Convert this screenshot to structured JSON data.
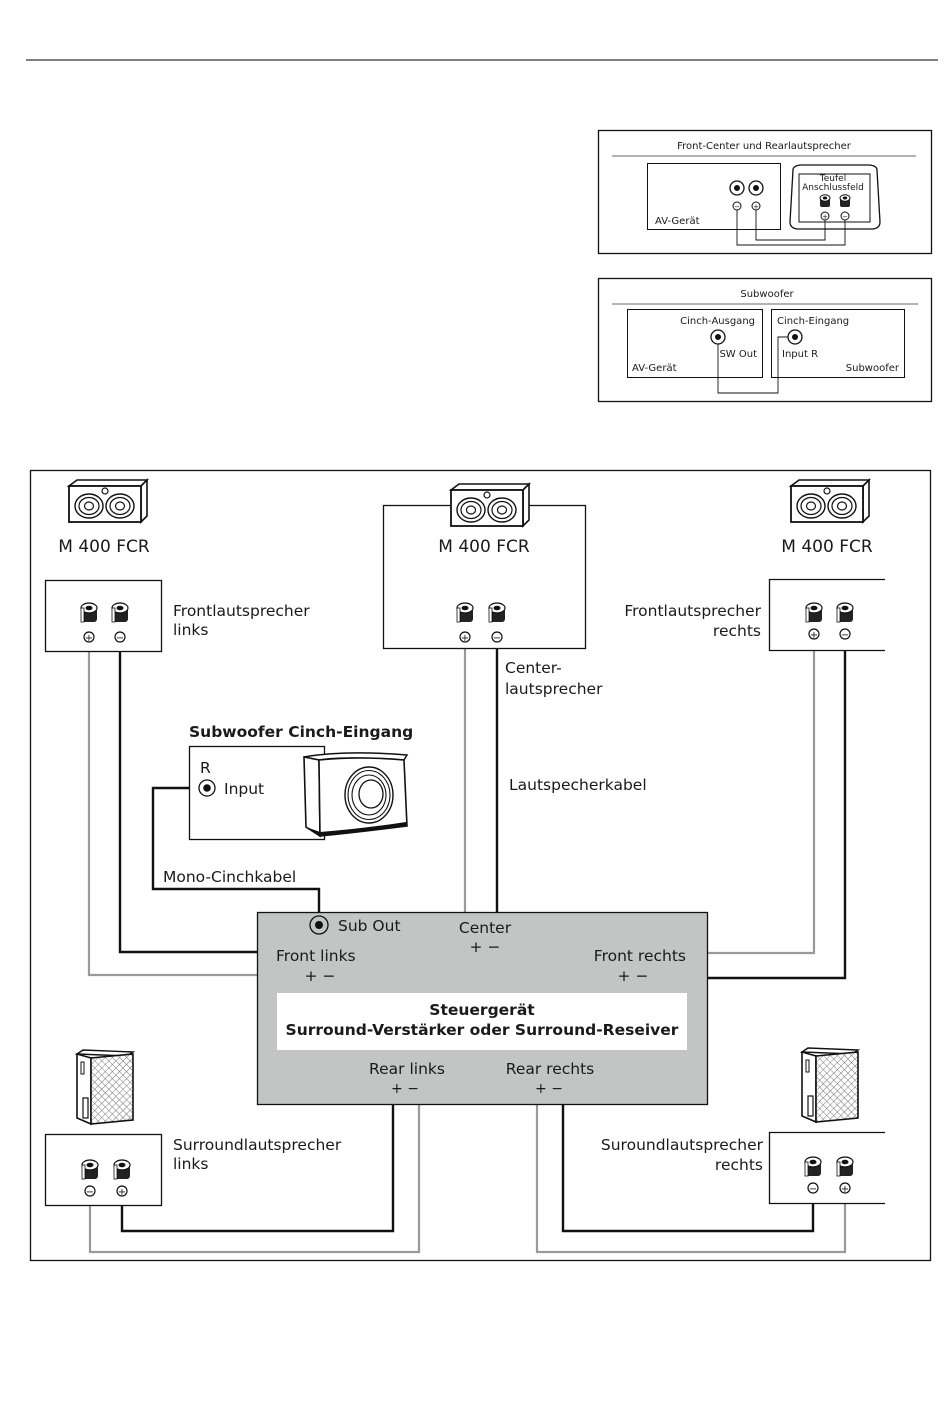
{
  "colors": {
    "black_wire": "#111111",
    "grey_wire": "#9a9a9a",
    "amplifier_fill": "#c3c5c4",
    "panel_fill": "#ffffff"
  },
  "inset_front": {
    "title": "Front-Center und Rearlautsprecher",
    "device_label": "AV-Gerät",
    "panel_label_1": "Teufel",
    "panel_label_2": "Anschlussfeld",
    "device_terminals": [
      "−",
      "+"
    ],
    "panel_terminals": [
      "+",
      "−"
    ]
  },
  "inset_sub": {
    "title": "Subwoofer",
    "device_label": "AV-Gerät",
    "output_label": "Cinch-Ausgang",
    "output_port": "SW Out",
    "input_label": "Cinch-Eingang",
    "input_port": "Input R",
    "sub_label": "Subwoofer"
  },
  "speakers": {
    "front_left": {
      "model": "M 400 FCR",
      "label_1": "Frontlautsprecher",
      "label_2": "links",
      "terminals": [
        "+",
        "−"
      ]
    },
    "center": {
      "model": "M 400 FCR",
      "label_1": "Center-",
      "label_2": "lautsprecher",
      "terminals": [
        "+",
        "−"
      ]
    },
    "front_right": {
      "model": "M 400 FCR",
      "label_1": "Frontlautsprecher",
      "label_2": "rechts",
      "terminals": [
        "+",
        "−"
      ]
    },
    "surround_left": {
      "label_1": "Surroundlautsprecher",
      "label_2": "links",
      "terminals": [
        "−",
        "+"
      ]
    },
    "surround_right": {
      "label_1": "Suroundlautsprecher",
      "label_2": "rechts",
      "terminals": [
        "−",
        "+"
      ]
    }
  },
  "subwoofer": {
    "title": "Subwoofer Cinch-Eingang",
    "channel": "R",
    "port": "Input"
  },
  "cables": {
    "speaker_cable": "Lautspecherkabel",
    "mono_cable": "Mono-Cinchkabel"
  },
  "amplifier": {
    "title": "Steuergerät",
    "subtitle": "Surround-Verstärker oder Surround-Reseiver",
    "sub_out": "Sub Out",
    "center": "Center",
    "front_left": "Front links",
    "front_right": "Front rechts",
    "rear_left": "Rear links",
    "rear_right": "Rear rechts",
    "polarity": "+ −"
  }
}
